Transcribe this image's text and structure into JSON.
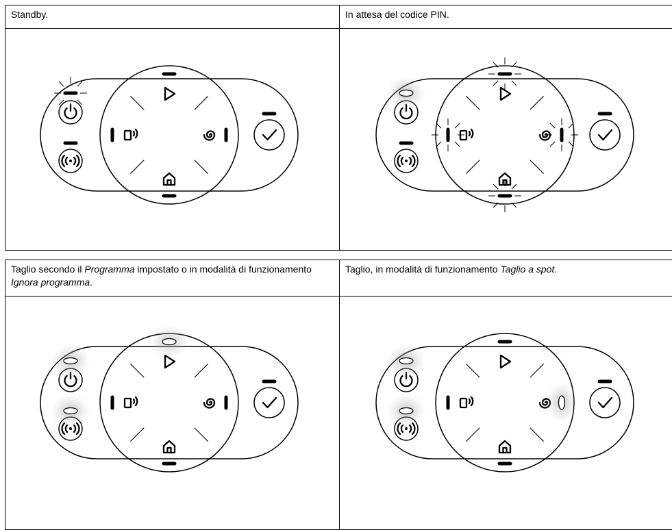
{
  "rows": [
    {
      "cells": [
        {
          "id": "standby",
          "caption": [
            {
              "t": "Standby."
            }
          ]
        },
        {
          "id": "pin",
          "caption": [
            {
              "t": "In attesa del codice PIN."
            }
          ]
        }
      ]
    },
    {
      "cells": [
        {
          "id": "programma",
          "caption": [
            {
              "t": "Taglio secondo il "
            },
            {
              "t": "Programma",
              "i": true
            },
            {
              "t": " impostato o in modalità di funzionamento "
            },
            {
              "t": "Ignora programma",
              "i": true
            },
            {
              "t": "."
            }
          ]
        },
        {
          "id": "spot",
          "caption": [
            {
              "t": "Taglio, in modalità di funzionamento "
            },
            {
              "t": "Taglio a spot",
              "i": true
            },
            {
              "t": "."
            }
          ]
        }
      ]
    }
  ],
  "panels": {
    "standby": {
      "power_led": "blink",
      "connect_led": "off",
      "play_led": "off",
      "home_led": "off",
      "phone_led": "off",
      "spiral_led": "off",
      "ok_led": "off"
    },
    "pin": {
      "power_led": "on",
      "connect_led": "off",
      "play_led": "blink",
      "home_led": "blink",
      "phone_led": "blink",
      "spiral_led": "blink",
      "ok_led": "off"
    },
    "programma": {
      "power_led": "on",
      "connect_led": "on",
      "play_led": "on",
      "home_led": "off",
      "phone_led": "off",
      "spiral_led": "off",
      "ok_led": "off"
    },
    "spot": {
      "power_led": "on",
      "connect_led": "on",
      "play_led": "off",
      "home_led": "off",
      "phone_led": "off",
      "spiral_led": "on",
      "ok_led": "off"
    }
  }
}
